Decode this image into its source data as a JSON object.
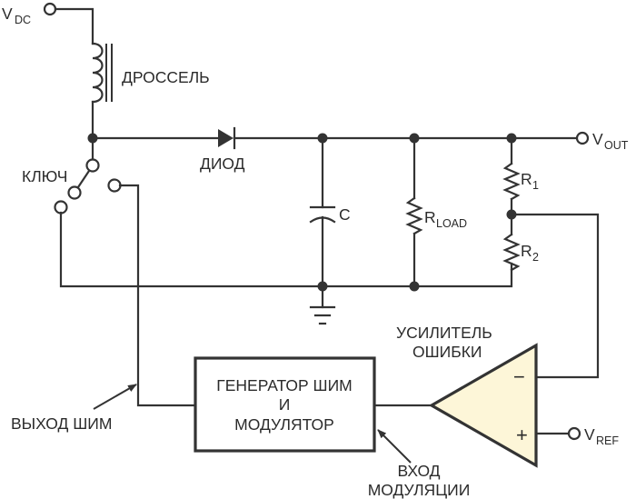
{
  "diagram": {
    "title": "Boost converter with PWM feedback (Russian labels)",
    "colors": {
      "line": "#333333",
      "text": "#2b2b2b",
      "opamp_fill": "#FDF6D8",
      "background": "#ffffff"
    },
    "terminals": {
      "vdc": {
        "main": "V",
        "sub": "DC"
      },
      "vout": {
        "main": "V",
        "sub": "OUT"
      },
      "vref": {
        "main": "V",
        "sub": "REF"
      }
    },
    "components": {
      "inductor": {
        "label": "ДРОССЕЛЬ"
      },
      "diode": {
        "label": "ДИОД"
      },
      "switch": {
        "label": "КЛЮЧ"
      },
      "capacitor": {
        "label": "C"
      },
      "rload": {
        "main": "R",
        "sub": "LOAD"
      },
      "r1": {
        "main": "R",
        "sub": "1"
      },
      "r2": {
        "main": "R",
        "sub": "2"
      },
      "pwm_block": {
        "line1": "ГЕНЕРАТОР ШИМ",
        "line2": "И",
        "line3": "МОДУЛЯТОР"
      },
      "error_amp": {
        "line1": "УСИЛИТЕЛЬ",
        "line2": "ОШИБКИ",
        "minus": "−",
        "plus": "+"
      }
    },
    "annotations": {
      "pwm_output": "ВЫХОД ШИМ",
      "mod_input_line1": "ВХОД",
      "mod_input_line2": "МОДУЛЯЦИИ"
    }
  }
}
